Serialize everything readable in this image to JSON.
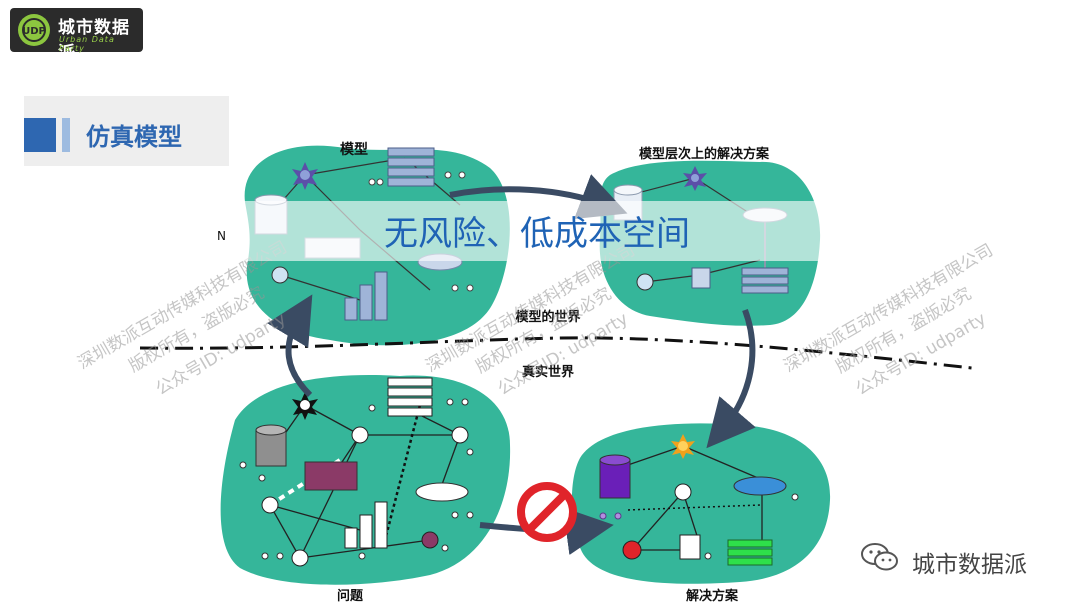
{
  "logo": {
    "title": "城市数据派",
    "subtitle": "Urban Data Party",
    "badge": "UDP"
  },
  "section": {
    "title": "仿真模型"
  },
  "overlay": {
    "text": "无风险、低成本空间"
  },
  "labels": {
    "model": "模型",
    "model_level_solution": "模型层次上的解决方案",
    "model_world": "模型的世界",
    "real_world": "真实世界",
    "problem": "问题",
    "solution": "解决方案",
    "n_letter": "N"
  },
  "watermark": {
    "line1": "深圳数派互动传媒科技有限公司",
    "line2": "版权所有，盗版必究",
    "line3": "公众号ID: udparty"
  },
  "footer": {
    "wechat_name": "城市数据派"
  },
  "colors": {
    "blob": "#35b69a",
    "accent_blue": "#2e67b1",
    "arrow": "#3a4b63",
    "prohibit": "#e0242a",
    "overlay_text": "#1f63b5"
  }
}
